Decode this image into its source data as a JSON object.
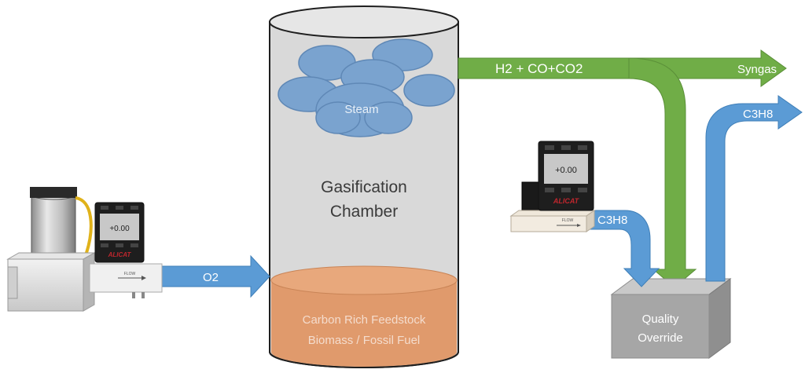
{
  "chamber": {
    "title_line1": "Gasification",
    "title_line2": "Chamber",
    "steam_label": "Steam",
    "feedstock_line1": "Carbon Rich Feedstock",
    "feedstock_line2": "Biomass / Fossil Fuel"
  },
  "flows": {
    "o2_label": "O2",
    "syngas_mix_label": "H2 + CO+CO2",
    "syngas_label": "Syngas",
    "c3h8_inlet_label": "C3H8",
    "c3h8_outlet_label": "C3H8"
  },
  "quality_box": {
    "line1": "Quality",
    "line2": "Override"
  },
  "controllers": {
    "left": {
      "display": "+0.00",
      "brand": "ALICAT",
      "flow": "FLOW"
    },
    "right": {
      "display": "+0.00",
      "brand": "ALICAT",
      "flow": "FLOW"
    }
  },
  "colors": {
    "blue_arrow": "#5b9bd5",
    "green_arrow": "#70ad47",
    "cloud": "#7aa3cf",
    "feedstock": "#e09a6c",
    "chamber": "#d9d9d9",
    "box": "#a6a6a6",
    "brand_red": "#c0262d"
  }
}
